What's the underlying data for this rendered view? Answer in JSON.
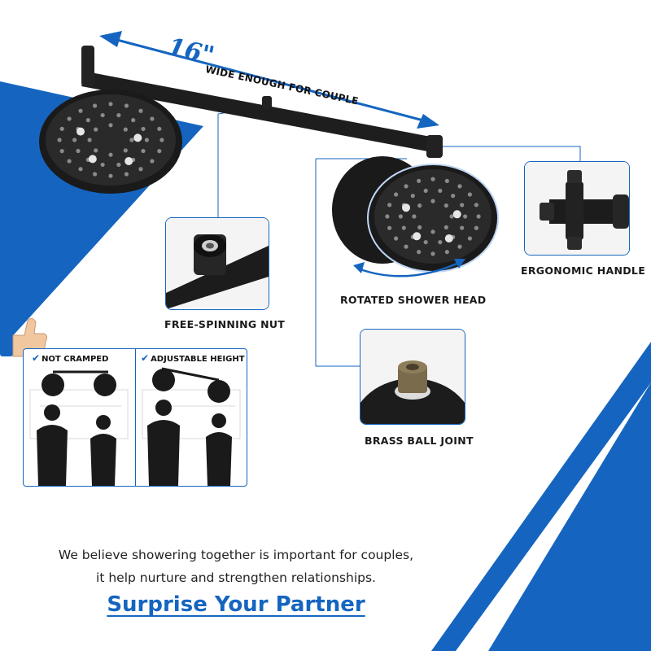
{
  "dimension": {
    "number": "16\"",
    "text": "WIDE ENOUGH FOR COUPLE"
  },
  "callouts": {
    "nut": "FREE-SPINNING NUT",
    "rotated": "ROTATED SHOWER HEAD",
    "handle": "ERGONOMIC HANDLE",
    "joint": "BRASS BALL JOINT"
  },
  "comparison": {
    "left": "NOT CRAMPED",
    "right": "ADJUSTABLE HEIGHT",
    "check_glyph": "✔"
  },
  "tagline": {
    "line1": "We believe showering together is important for couples,",
    "line2": "it help nurture and strengthen relationships."
  },
  "headline": "Surprise Your Partner",
  "colors": {
    "accent": "#1565c0",
    "product": "#1c1c1c"
  }
}
